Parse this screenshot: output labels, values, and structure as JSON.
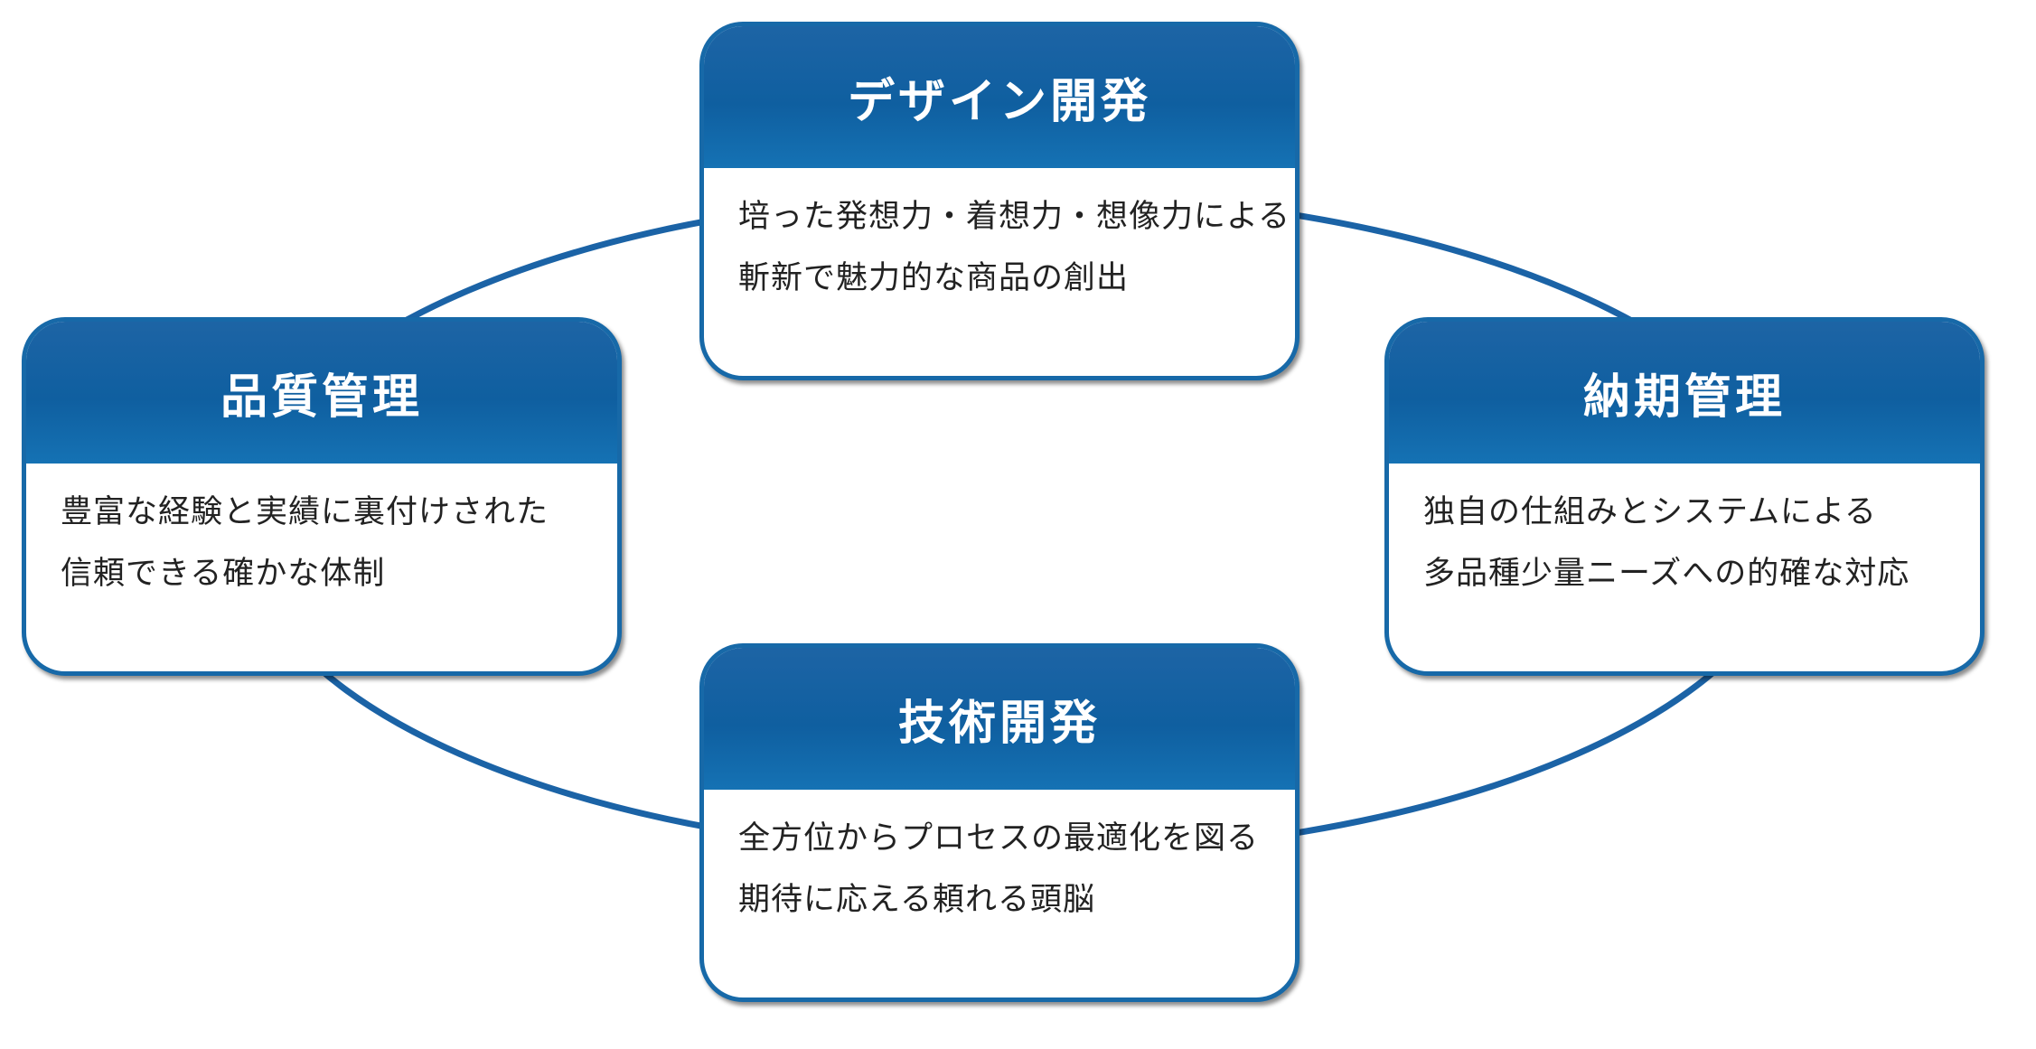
{
  "colors": {
    "primary_blue": "#1769a8",
    "header_blue": "#0f5fa0",
    "ring_blue": "#1b63a6",
    "body_text": "#222222"
  },
  "design": {
    "title": "デザイン開発",
    "lines": [
      "培った発想力・着想力・想像力による",
      "斬新で魅力的な商品の創出"
    ]
  },
  "quality": {
    "title": "品質管理",
    "lines": [
      "豊富な経験と実績に裏付けされた",
      "信頼できる確かな体制"
    ]
  },
  "delivery": {
    "title": "納期管理",
    "lines": [
      "独自の仕組みとシステムによる",
      "多品種少量ニーズへの的確な対応"
    ]
  },
  "tech": {
    "title": "技術開発",
    "lines": [
      "全方位からプロセスの最適化を図る",
      "期待に応える頼れる頭脳"
    ]
  }
}
